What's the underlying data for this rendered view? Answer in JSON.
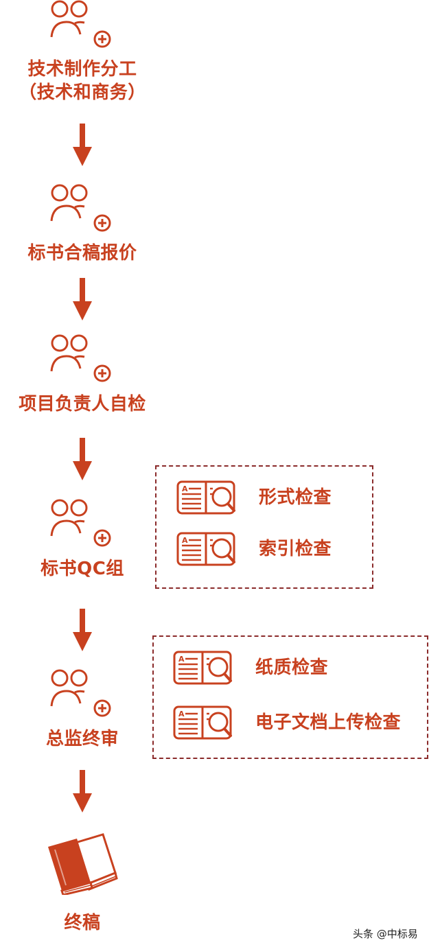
{
  "steps": [
    {
      "line1": "技术制作分工",
      "line2": "（技术和商务）",
      "icon": "people-add-icon"
    },
    {
      "line1": "标书合稿报价",
      "icon": "people-add-icon"
    },
    {
      "line1": "项目负责人自检",
      "icon": "people-add-icon"
    },
    {
      "line1": "标书QC组",
      "icon": "people-add-icon"
    },
    {
      "line1": "总监终审",
      "icon": "people-add-icon"
    },
    {
      "line1": "终稿",
      "icon": "books-icon"
    }
  ],
  "qc_checks": [
    {
      "label": "形式检查",
      "icon": "document-search-icon"
    },
    {
      "label": "索引检查",
      "icon": "document-search-icon"
    }
  ],
  "final_checks": [
    {
      "label": "纸质检查",
      "icon": "document-search-icon"
    },
    {
      "label": "电子文档上传检查",
      "icon": "document-search-icon"
    }
  ],
  "watermark": "头条 @中标易",
  "colors": {
    "accent": "#c8411f",
    "dash": "#8a2a2a",
    "text": "#222222"
  }
}
